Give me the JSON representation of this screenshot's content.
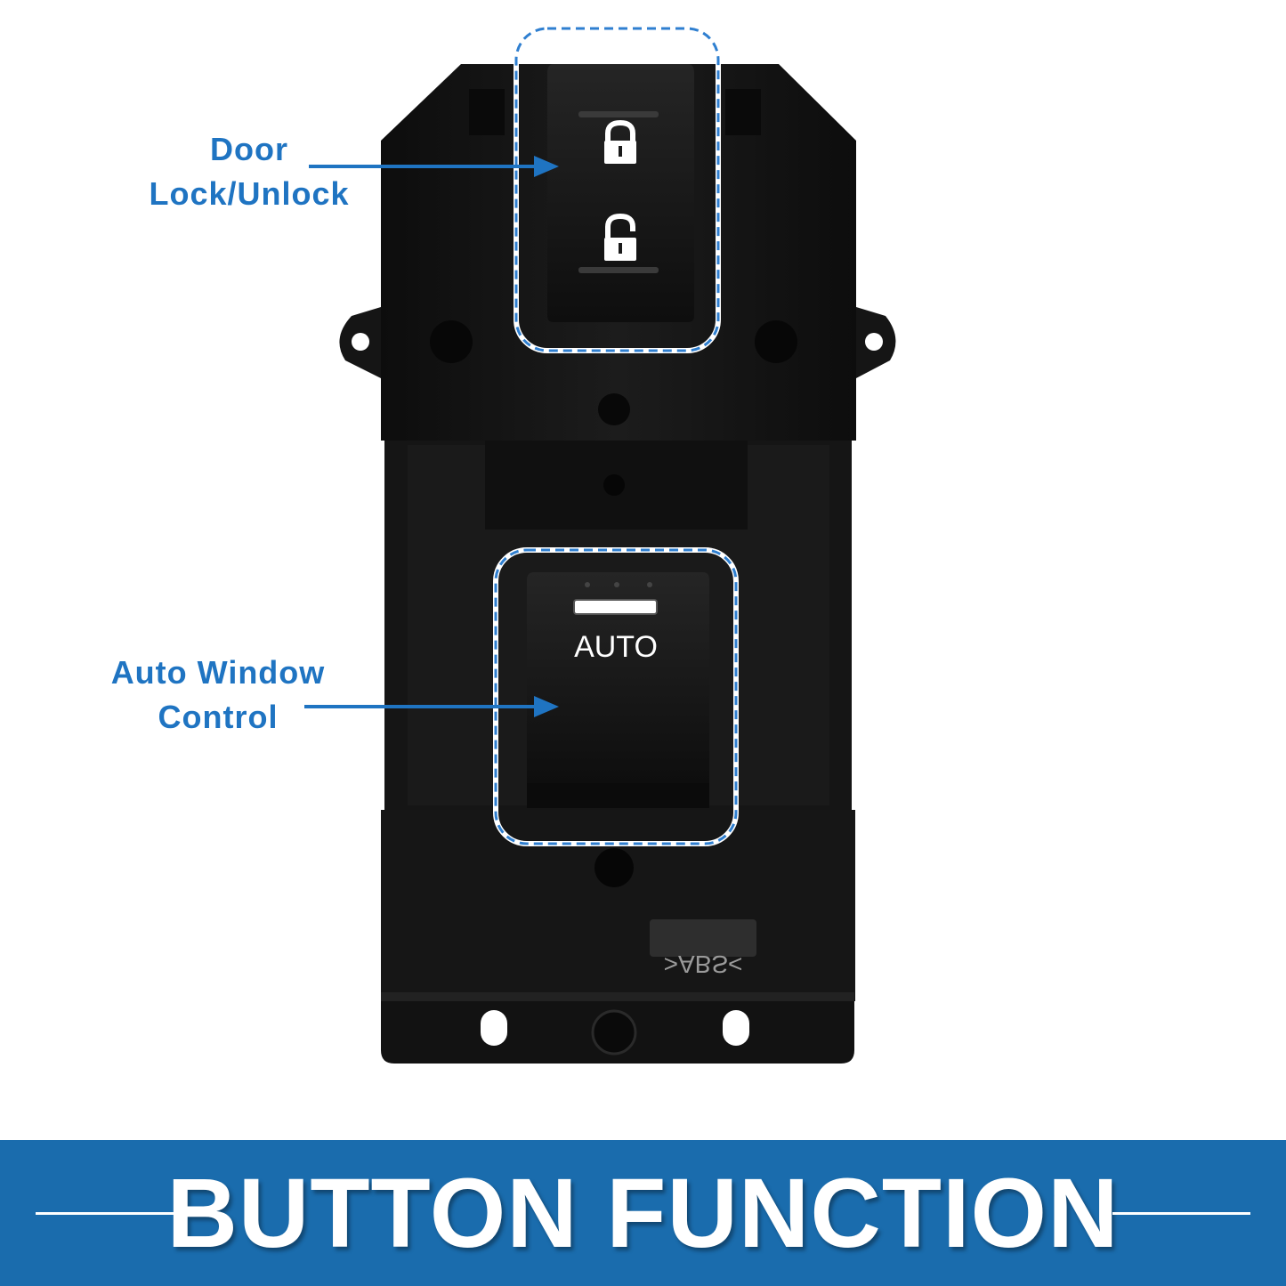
{
  "callouts": {
    "door": {
      "line1": "Door",
      "line2": "Lock/Unlock"
    },
    "auto": {
      "line1": "Auto Window",
      "line2": "Control"
    }
  },
  "switch": {
    "auto_label": "AUTO",
    "material_mark": ">ABS<"
  },
  "banner": {
    "title": "BUTTON FUNCTION"
  },
  "colors": {
    "accent_blue": "#1f74c2",
    "banner_blue": "#1a6cad",
    "switch_black": "#141414"
  },
  "icons": [
    "lock-closed-icon",
    "lock-open-icon",
    "arrow-right-icon"
  ]
}
